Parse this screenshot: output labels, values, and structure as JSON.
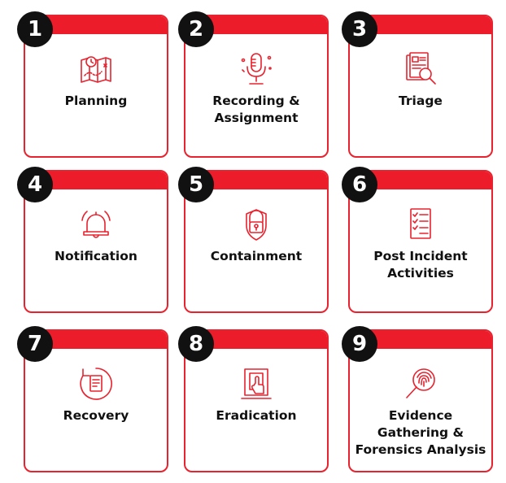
{
  "colors": {
    "accent": "#ec1c2a",
    "badge": "#111111",
    "text": "#111111"
  },
  "steps": [
    {
      "number": "1",
      "label": "Planning",
      "icon": "planning-map-icon"
    },
    {
      "number": "2",
      "label": "Recording &\nAssignment",
      "icon": "microphone-icon"
    },
    {
      "number": "3",
      "label": "Triage",
      "icon": "document-search-icon"
    },
    {
      "number": "4",
      "label": "Notification",
      "icon": "bell-icon"
    },
    {
      "number": "5",
      "label": "Containment",
      "icon": "padlock-icon"
    },
    {
      "number": "6",
      "label": "Post Incident\nActivities",
      "icon": "checklist-icon"
    },
    {
      "number": "7",
      "label": "Recovery",
      "icon": "restore-document-icon"
    },
    {
      "number": "8",
      "label": "Eradication",
      "icon": "door-press-icon"
    },
    {
      "number": "9",
      "label": "Evidence\nGathering &\nForensics Analysis",
      "icon": "fingerprint-search-icon"
    }
  ]
}
